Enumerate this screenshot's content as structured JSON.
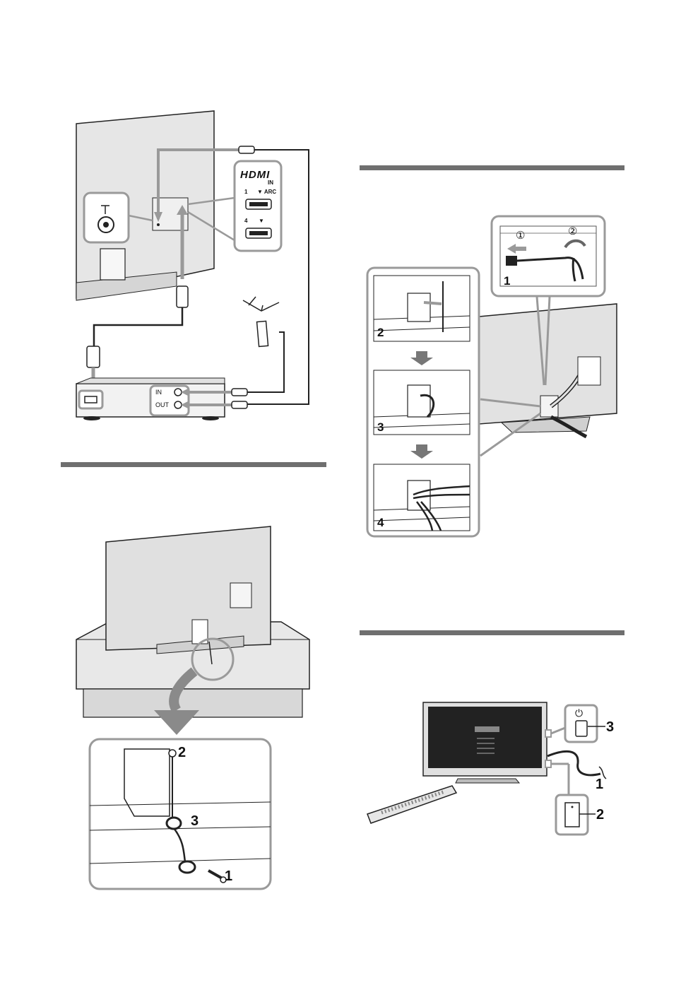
{
  "conn": {
    "hdmi_logo": "HDMI",
    "hdmi_in": "IN",
    "port1_num": "1",
    "port1_arc": "▼ ARC",
    "port4_num": "4",
    "port4_arrow": "▼",
    "box_in": "IN",
    "box_out": "OUT"
  },
  "cable": {
    "callout1": "1",
    "circle1": "①",
    "circle2": "②",
    "step2": "2",
    "step3": "3",
    "step4": "4"
  },
  "stand": {
    "label1": "1",
    "label2": "2",
    "label3": "3"
  },
  "power": {
    "label1": "1",
    "label2": "2",
    "label3": "3",
    "power_symbol": "⏻"
  },
  "colors": {
    "rule": "#6f6f6f",
    "panel": "#e8e8e8",
    "outline": "#9a9a9a",
    "line": "#222222"
  }
}
